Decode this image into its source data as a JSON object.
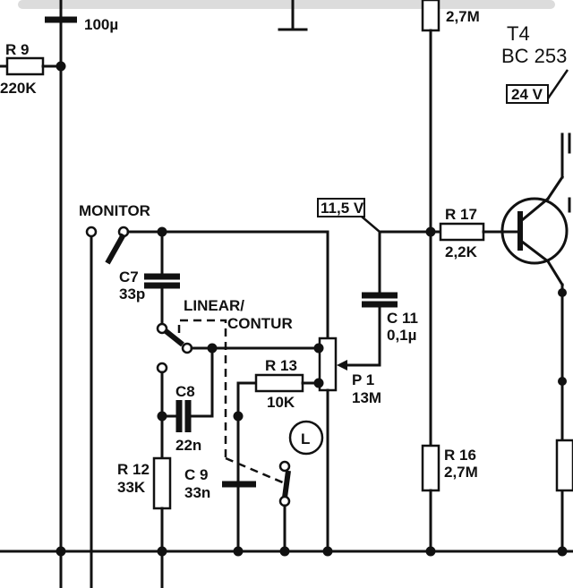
{
  "labels": {
    "r9_name": "R 9",
    "r9_value": "220K",
    "c_top_value": "100µ",
    "r_top_value": "2,7M",
    "t4_name": "T4",
    "t4_type": "BC 253",
    "v24": "24 V",
    "monitor": "MONITOR",
    "c7_name": "C7",
    "c7_value": "33p",
    "linear": "LINEAR/",
    "contur": "CONTUR",
    "c8_name": "C8",
    "c8_value": "22n",
    "r12_name": "R 12",
    "r12_value": "33K",
    "c9_name": "C 9",
    "c9_value": "33n",
    "r13_name": "R 13",
    "r13_value": "10K",
    "l_marker": "L",
    "p1_name": "P 1",
    "p1_value": "13M",
    "v115": "11,5 V",
    "c11_name": "C 11",
    "c11_value": "0,1µ",
    "r17_name": "R 17",
    "r17_value": "2,2K",
    "r16_name": "R 16",
    "r16_value": "2,7M"
  }
}
